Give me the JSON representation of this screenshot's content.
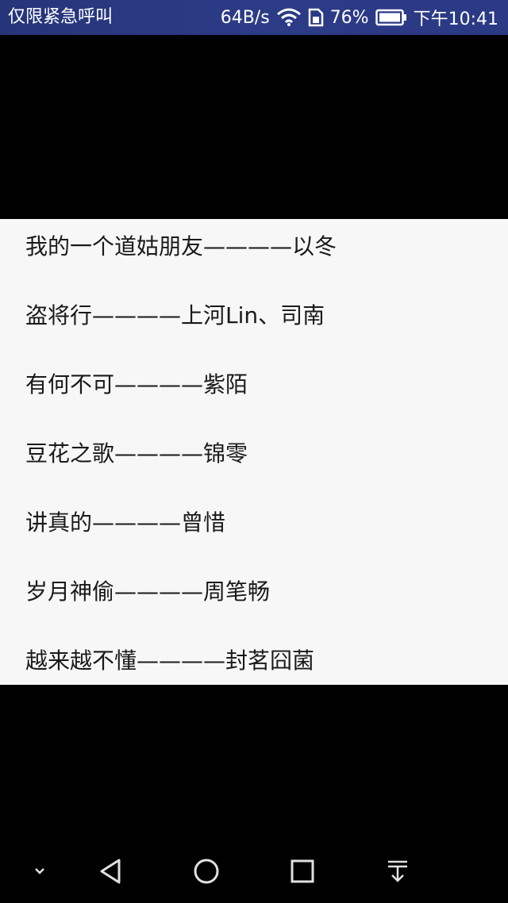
{
  "status_bar": {
    "carrier_text": "仅限紧急呼叫",
    "network_speed": "64B/s",
    "battery_percent": "76%",
    "time": "下午10:41",
    "icons": [
      "wifi-icon",
      "sim-icon",
      "battery-icon"
    ],
    "background_color": "#2b3a84"
  },
  "dialog": {
    "items": [
      {
        "label": "我的一个道姑朋友————以冬"
      },
      {
        "label": "盗将行————上河Lin、司南"
      },
      {
        "label": "有何不可————紫陌"
      },
      {
        "label": "豆花之歌————锦零"
      },
      {
        "label": "讲真的————曾惜"
      },
      {
        "label": "岁月神偷————周笔畅"
      },
      {
        "label": "越来越不懂————封茗囧菌"
      }
    ],
    "background_color": "#f7f7f7"
  },
  "nav_bar": {
    "icons": [
      "chevron-down-icon",
      "back-icon",
      "home-icon",
      "recents-icon",
      "notification-pull-icon"
    ]
  }
}
